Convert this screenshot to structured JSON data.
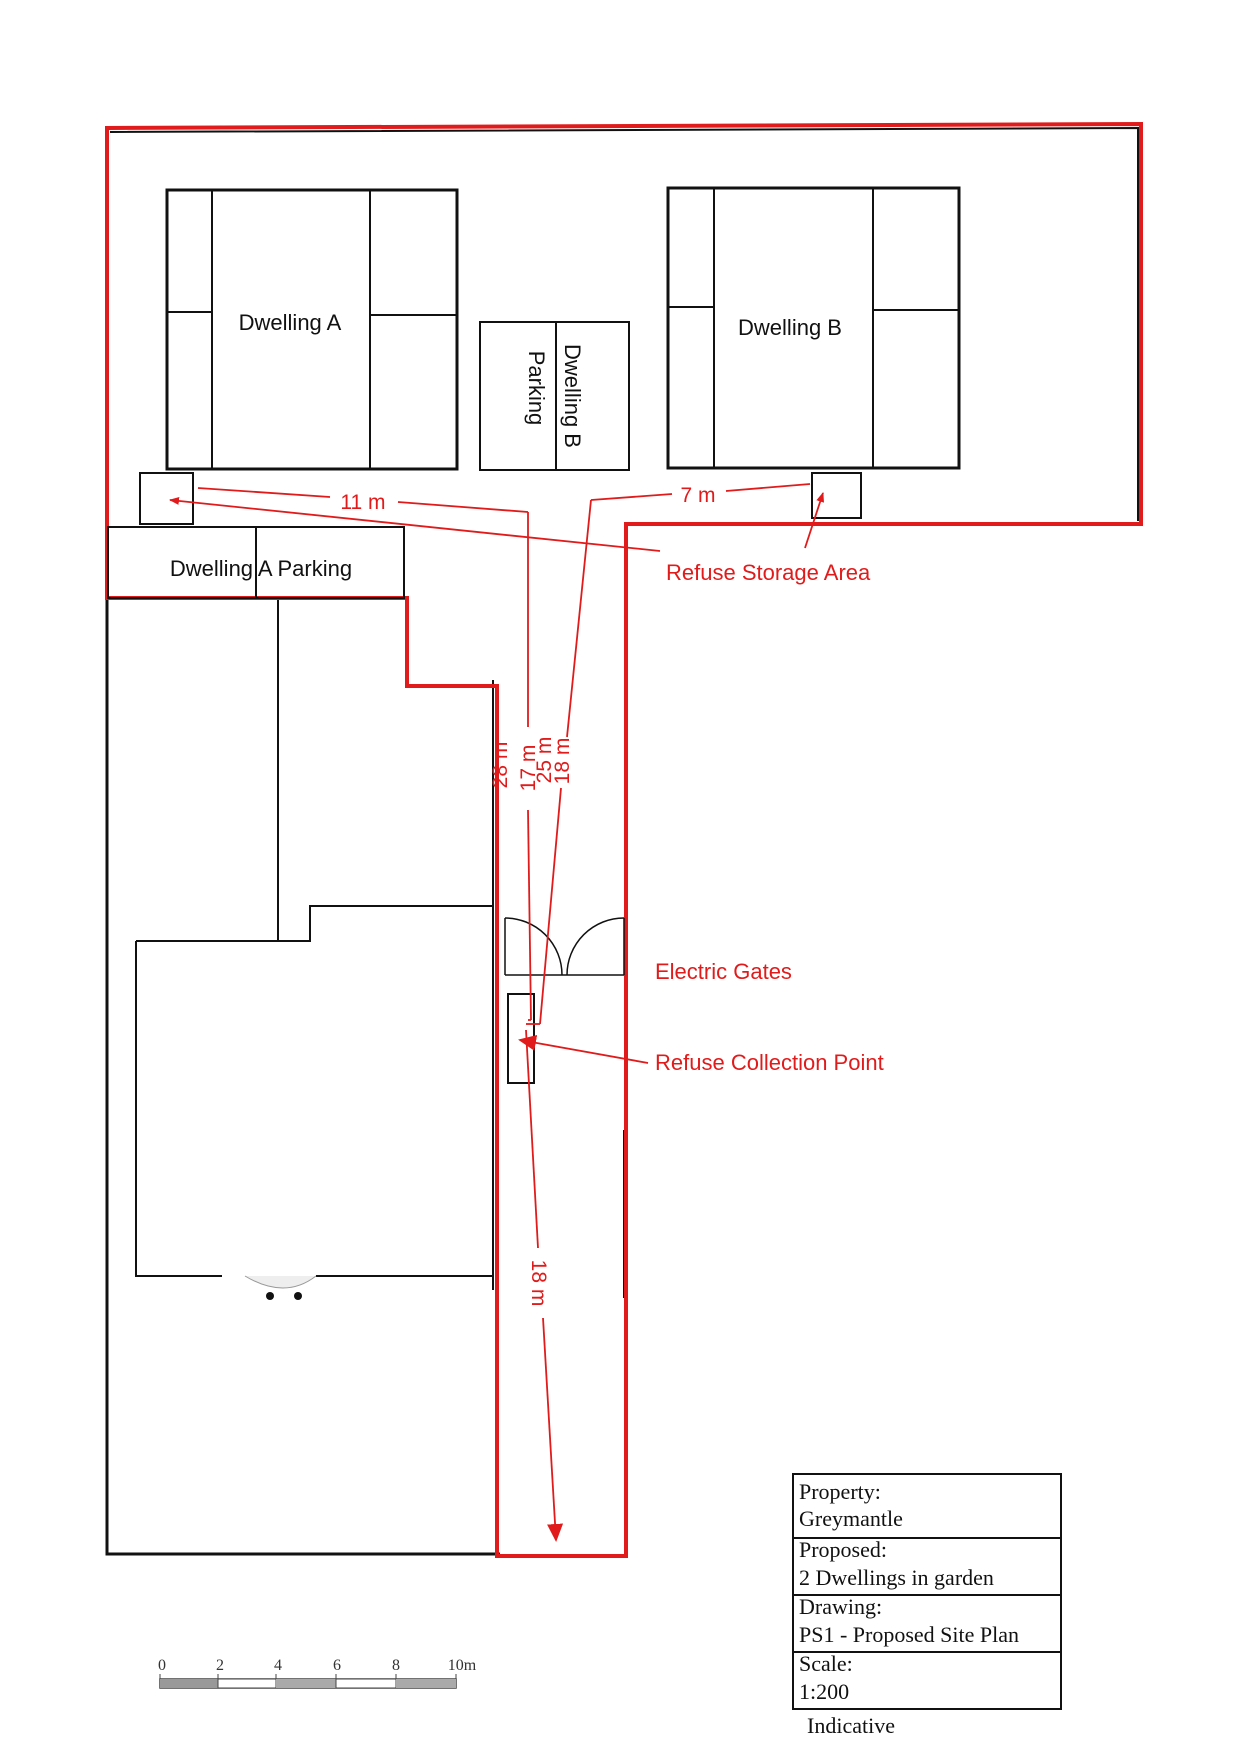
{
  "plan": {
    "dwelling_a": "Dwelling A",
    "dwelling_b": "Dwelling B",
    "dwelling_b_parking_line1": "Dwelling B",
    "dwelling_b_parking_line2": "Parking",
    "dwelling_a_parking": "Dwelling A Parking",
    "refuse_storage": "Refuse Storage Area",
    "electric_gates": "Electric Gates",
    "refuse_collection": "Refuse Collection Point"
  },
  "dimensions": {
    "d11": "11 m",
    "d7": "7 m",
    "d28": "28 m",
    "d17": "17 m",
    "d25": "25 m",
    "d18a": "18 m",
    "d18b": "18 m"
  },
  "scale_bar": {
    "ticks": [
      "0",
      "2",
      "4",
      "6",
      "8",
      "10m"
    ]
  },
  "title_block": {
    "property_label": "Property:",
    "property_value": "Greymantle",
    "proposed_label": "Proposed:",
    "proposed_value": "2 Dwellings in garden",
    "drawing_label": "Drawing:",
    "drawing_value": "PS1 - Proposed Site Plan",
    "scale_label": "Scale:",
    "scale_value": "1:200",
    "note": "Indicative"
  },
  "colors": {
    "boundary": "#e11b1b",
    "lines": "#111111"
  }
}
